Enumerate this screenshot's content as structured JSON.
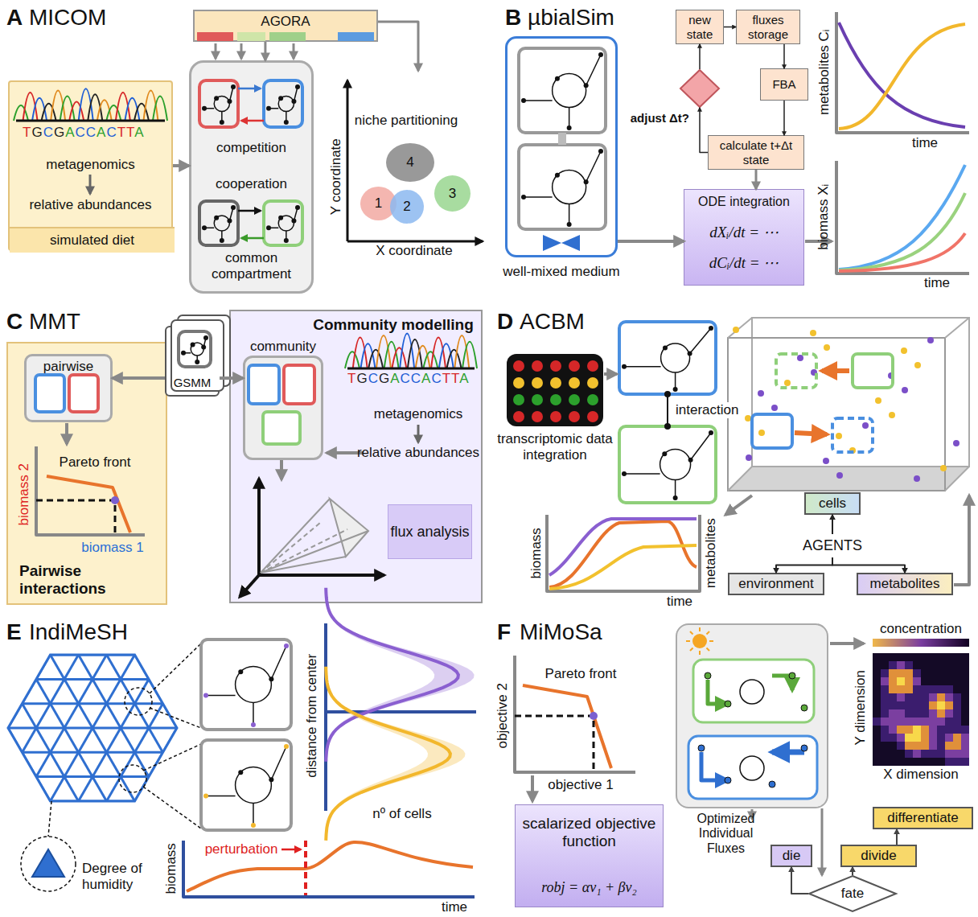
{
  "diagram": {
    "nodes": [
      {
        "text": [
          "metagenomics",
          "relative abundances"
        ]
      },
      {
        "text": [
          "simulated diet"
        ],
        "in": 0
      },
      {
        "text": [
          "AGORA"
        ]
      },
      {
        "text": [
          "competition",
          "cooperation",
          "common compartment"
        ]
      },
      {
        "text": [
          "4"
        ]
      },
      {
        "text": [
          "1"
        ]
      },
      {
        "text": [
          "2"
        ]
      },
      {
        "text": [
          "3"
        ]
      },
      {
        "text": [
          "well-mixed medium"
        ]
      },
      {
        "text": [
          "new state"
        ]
      },
      {
        "text": [
          "fluxes storage"
        ]
      },
      {
        "text": [
          "FBA"
        ]
      },
      {
        "text": [
          "adjust Δt?"
        ]
      },
      {
        "text": [
          "calculate t+Δt state"
        ]
      },
      {
        "text": [
          "ODE integration",
          "dXᵢ/dt = ⋯",
          "dCᵢ/dt = ⋯"
        ]
      },
      {
        "text": [
          "Pairwise interactions"
        ]
      },
      {
        "text": [
          "pairwise"
        ],
        "in": 15
      },
      {
        "text": [
          "GSMM"
        ]
      },
      {
        "text": [
          "Community modelling"
        ]
      },
      {
        "text": [
          "community"
        ],
        "in": 18
      },
      {
        "text": [
          "flux analysis"
        ],
        "in": 18
      },
      {
        "text": [
          "transcriptomic data integration"
        ]
      },
      {
        "text": [
          "cells"
        ]
      },
      {
        "text": [
          "AGENTS"
        ]
      },
      {
        "text": [
          "environment"
        ]
      },
      {
        "text": [
          "metabolites"
        ]
      },
      {
        "text": [
          "scalarized objective function",
          "robj = αv₁ + βv₂"
        ]
      },
      {
        "text": [
          "Optimized Individual Fluxes"
        ]
      },
      {
        "text": [
          "differentiate"
        ]
      },
      {
        "text": [
          "die"
        ]
      },
      {
        "text": [
          "divide"
        ]
      },
      {
        "text": [
          "fate"
        ]
      }
    ],
    "edges": [
      {
        "from": 0,
        "to": 3,
        "arrow": "to"
      },
      {
        "from": 2,
        "to": 3,
        "arrow": "to"
      },
      {
        "from": 12,
        "to": 9,
        "arrow": "to"
      },
      {
        "from": 9,
        "to": 10,
        "arrow": "to"
      },
      {
        "from": 10,
        "to": 11,
        "arrow": "to"
      },
      {
        "from": 11,
        "to": 13,
        "arrow": "to"
      },
      {
        "from": 13,
        "to": 12,
        "arrow": "to"
      },
      {
        "from": 13,
        "to": 14,
        "arrow": "to"
      },
      {
        "from": 8,
        "to": 14,
        "arrow": "to"
      },
      {
        "from": 17,
        "to": 16,
        "arrow": "to"
      },
      {
        "from": 17,
        "to": 19,
        "arrow": "to"
      },
      {
        "from": 23,
        "to": 22,
        "arrow": "to"
      },
      {
        "from": 23,
        "to": 24,
        "arrow": "to"
      },
      {
        "from": 23,
        "to": 25,
        "arrow": "to"
      },
      {
        "from": 27,
        "to": 31,
        "arrow": "to"
      },
      {
        "from": 31,
        "to": 29,
        "arrow": "to"
      },
      {
        "from": 31,
        "to": 30,
        "arrow": "to"
      },
      {
        "from": 30,
        "to": 28,
        "arrow": "to"
      }
    ],
    "labels": [
      "A",
      "MICOM",
      "TGCGACCACTTA",
      "niche partitioning",
      "Y coordinate",
      "X coordinate",
      "B",
      "µbialSim",
      "metabolites Cᵢ",
      "time",
      "biomass Xᵢ",
      "time",
      "C",
      "MMT",
      "Pareto front",
      "biomass 2",
      "biomass 1",
      "TGCGACCACTTA",
      "metagenomics",
      "relative abundances",
      "D",
      "ACBM",
      "biomass",
      "metabolites",
      "time",
      "E",
      "IndiMeSH",
      "Degree of humidity",
      "distance from center",
      "nº of cells",
      "biomass",
      "perturbation",
      "time",
      "F",
      "MiMoSa",
      "Pareto front",
      "objective 2",
      "objective 1",
      "concentration",
      "Y dimension",
      "X dimension",
      "interaction"
    ]
  }
}
